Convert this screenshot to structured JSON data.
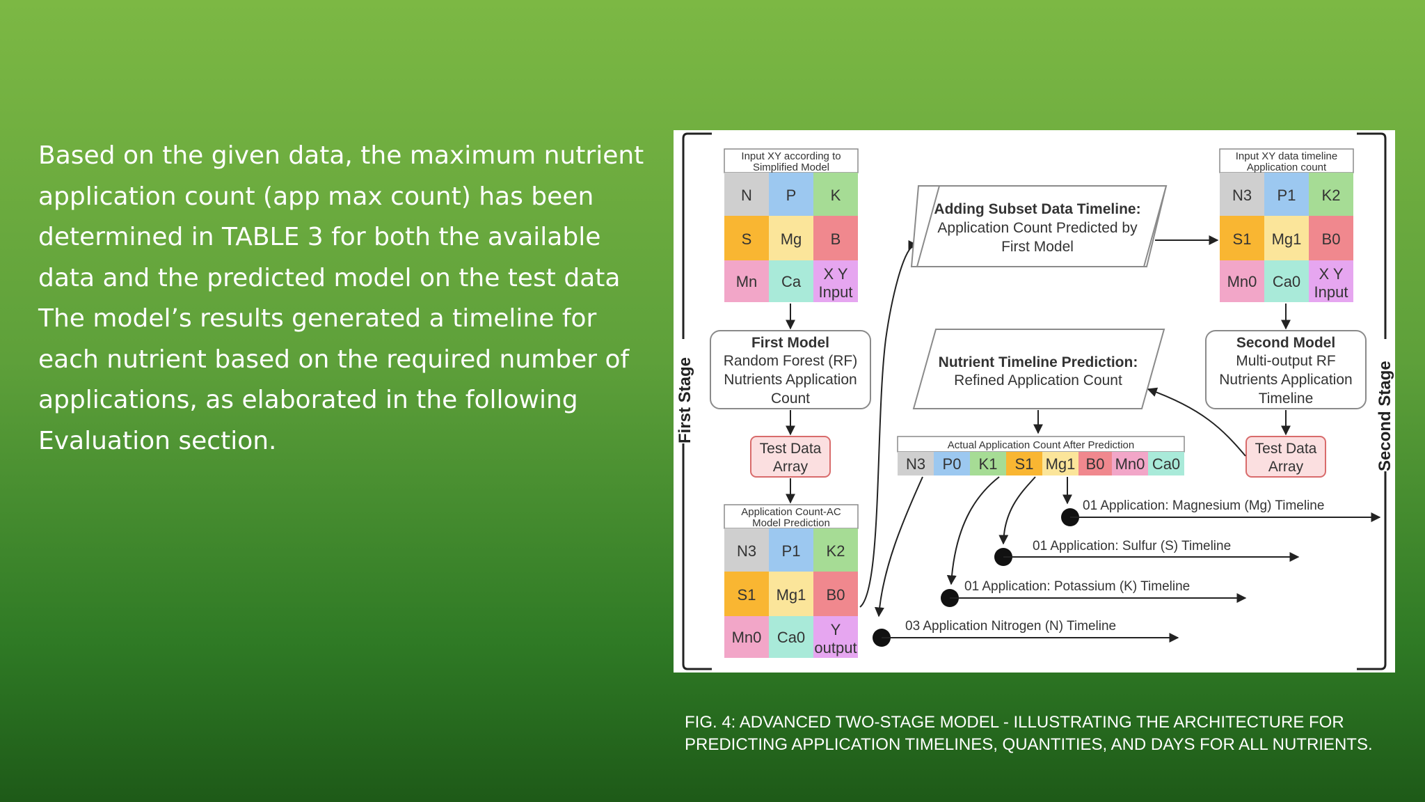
{
  "slide": {
    "body_lines": [
      "Based on the given data, the maximum nutrient",
      "application count (app max count) has been",
      "determined in TABLE 3 for both the available",
      "data and the predicted model on the test data",
      "The model’s results generated a timeline for",
      "each nutrient based on the required number of",
      "applications, as elaborated in the following",
      "Evaluation section."
    ],
    "caption_lines": [
      "FIG. 4: ADVANCED TWO-STAGE MODEL - ILLUSTRATING THE ARCHITECTURE FOR",
      "PREDICTING APPLICATION TIMELINES, QUANTITIES, AND DAYS FOR ALL NUTRIENTS."
    ]
  },
  "diagram": {
    "stage_left": "First Stage",
    "stage_right": "Second Stage",
    "grid_input_title": [
      "Input XY according to",
      "Simplified Model"
    ],
    "grid_input_cells": [
      "N",
      "P",
      "K",
      "S",
      "Mg",
      "B",
      "Mn",
      "Ca",
      "X Y",
      "Input"
    ],
    "first_model": [
      "First Model",
      "Random Forest (RF)",
      "Nutrients Application",
      "Count"
    ],
    "test_data_left": [
      "Test Data",
      "Array"
    ],
    "grid_ac_title": [
      "Application Count-AC",
      "Model Prediction"
    ],
    "grid_ac_cells": [
      "N3",
      "P1",
      "K2",
      "S1",
      "Mg1",
      "B0",
      "Mn0",
      "Ca0",
      "Y",
      "output"
    ],
    "adding_subset": [
      "Adding Subset Data Timeline:",
      "Application Count Predicted by",
      "First Model"
    ],
    "grid_timeline_title": [
      "Input XY data timeline",
      "Application count"
    ],
    "grid_timeline_cells": [
      "N3",
      "P1",
      "K2",
      "S1",
      "Mg1",
      "B0",
      "Mn0",
      "Ca0",
      "X Y",
      "Input"
    ],
    "second_model": [
      "Second Model",
      "Multi-output RF",
      "Nutrients Application",
      "Timeline"
    ],
    "test_data_right": [
      "Test Data",
      "Array"
    ],
    "nutrient_timeline": [
      "Nutrient Timeline Prediction:",
      "Refined Application Count"
    ],
    "actual_title": "Actual Application Count After Prediction",
    "actual_cells": [
      "N3",
      "P0",
      "K1",
      "S1",
      "Mg1",
      "B0",
      "Mn0",
      "Ca0"
    ],
    "timelines": [
      "01 Application: Magnesium (Mg) Timeline",
      "01 Application: Sulfur (S) Timeline",
      "01 Application: Potassium (K) Timeline",
      "03 Application Nitrogen (N) Timeline"
    ],
    "colors": {
      "gray": "#cfcfcf",
      "blue": "#9cc8f0",
      "green": "#a6dc95",
      "orange": "#f9b632",
      "yellow": "#fbe59a",
      "red": "#f0888e",
      "pink": "#f2a6c8",
      "teal": "#a9ead9",
      "violet": "#e6a6f0",
      "box_border": "#8a8a8a",
      "test_fill": "#fbdfe0",
      "test_border": "#d86b6b"
    }
  }
}
